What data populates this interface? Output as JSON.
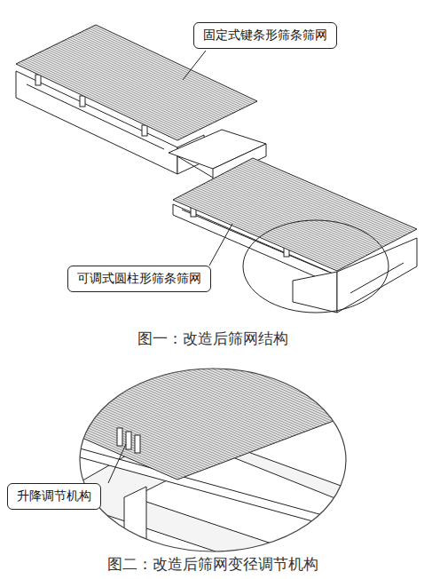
{
  "diagram": {
    "nodes": [
      {
        "text": [
          "固定式键条形筛条筛网"
        ]
      },
      {
        "text": [
          "可调式圆柱形筛条筛网"
        ]
      },
      {
        "text": [
          "升降调节机构"
        ]
      }
    ],
    "labels": [
      "图一：改造后筛网结构",
      "图二：改造后筛网变径调节机构"
    ]
  }
}
